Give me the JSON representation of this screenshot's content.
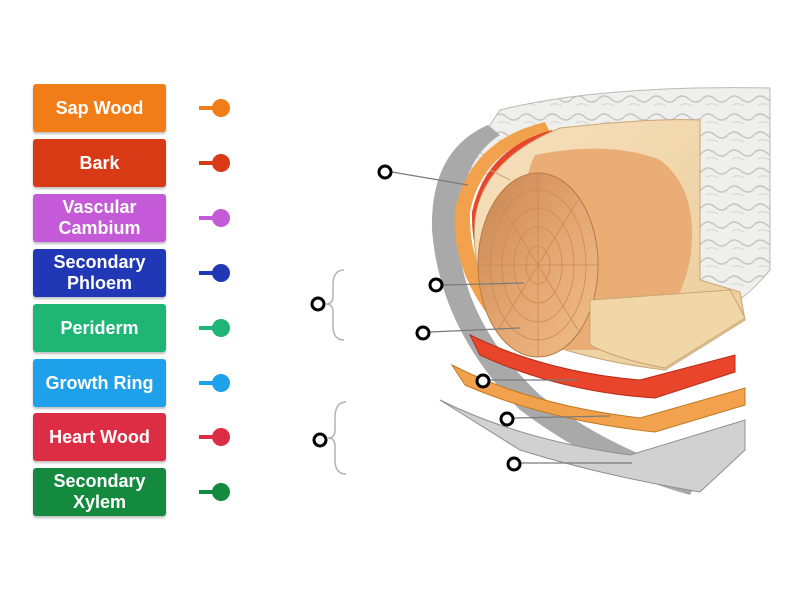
{
  "labels": [
    {
      "text": "Sap Wood",
      "color": "#f07d18"
    },
    {
      "text": "Bark",
      "color": "#d93a16"
    },
    {
      "text": "Vascular\nCambium",
      "color": "#c45ad7"
    },
    {
      "text": "Secondary\nPhloem",
      "color": "#2038b5"
    },
    {
      "text": "Periderm",
      "color": "#1fb574"
    },
    {
      "text": "Growth Ring",
      "color": "#1ea0ea"
    },
    {
      "text": "Heart Wood",
      "color": "#dd2d44"
    },
    {
      "text": "Secondary\nXylem",
      "color": "#138a3e"
    }
  ],
  "targets": {
    "count": 8,
    "bracket_groups": 2
  },
  "colors": {
    "bark_outer": "#ededeb",
    "bark_layer": "#c9c9c9",
    "periderm_orange": "#f2a24c",
    "phloem_red": "#e8452b",
    "sapwood": "#f2d9b0",
    "heartwood": "#e4a571"
  }
}
